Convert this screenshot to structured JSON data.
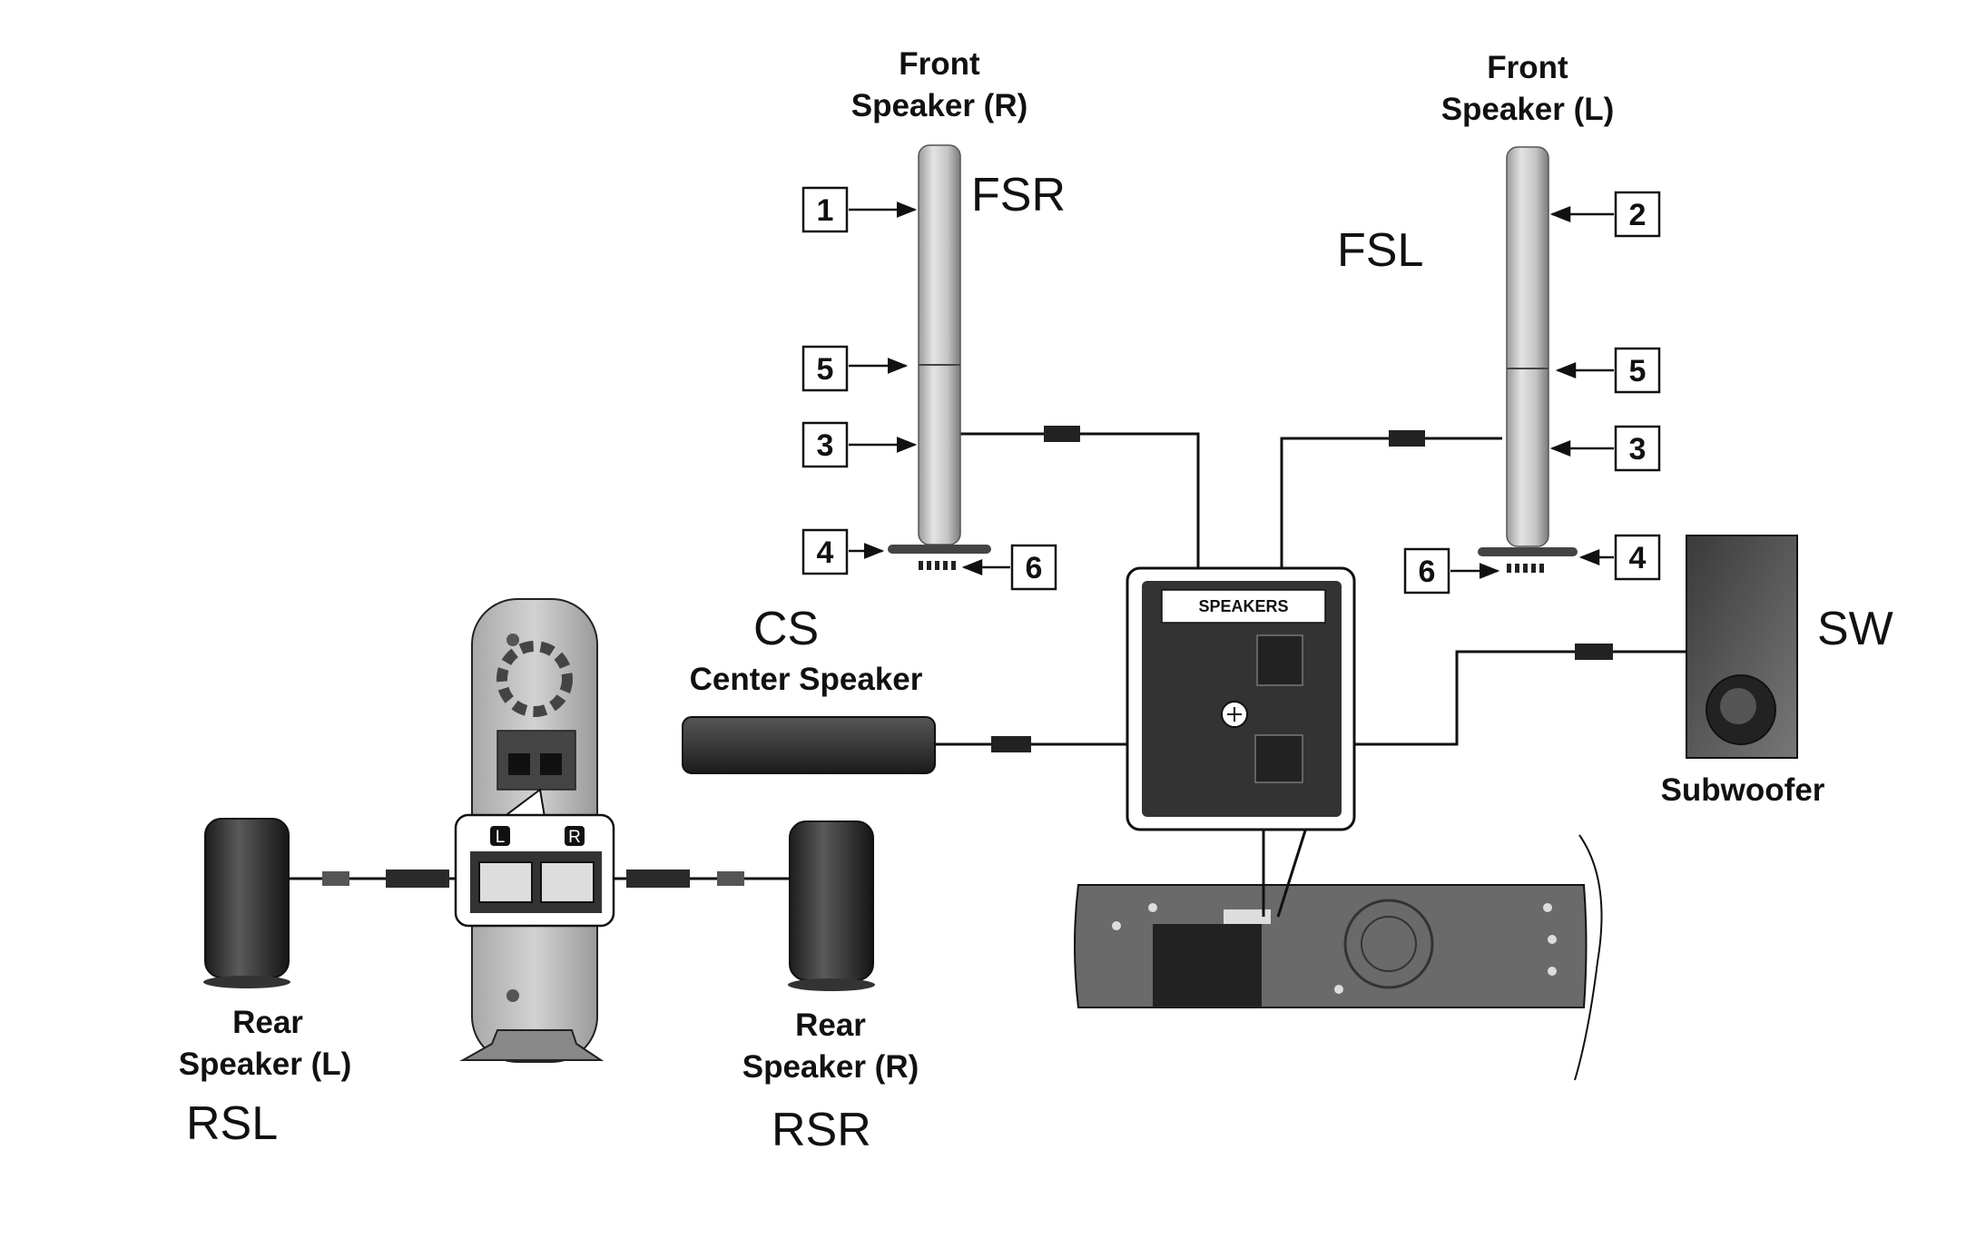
{
  "labels": {
    "front_right": {
      "line1": "Front",
      "line2": "Speaker (R)",
      "abbr": "FSR"
    },
    "front_left": {
      "line1": "Front",
      "line2": "Speaker (L)",
      "abbr": "FSL"
    },
    "center": {
      "abbr": "CS",
      "name": "Center Speaker"
    },
    "subwoofer": {
      "abbr": "SW",
      "name": "Subwoofer"
    },
    "rear_left": {
      "line1": "Rear",
      "line2": "Speaker (L)",
      "abbr": "RSL"
    },
    "rear_right": {
      "line1": "Rear",
      "line2": "Speaker (R)",
      "abbr": "RSR"
    }
  },
  "callouts": {
    "fsr": [
      "1",
      "5",
      "3",
      "4",
      "6"
    ],
    "fsl": [
      "2",
      "5",
      "3",
      "6",
      "4"
    ]
  },
  "panel": {
    "title": "SPEAKERS"
  },
  "rear_module": {
    "left_tag": "L",
    "right_tag": "R"
  }
}
